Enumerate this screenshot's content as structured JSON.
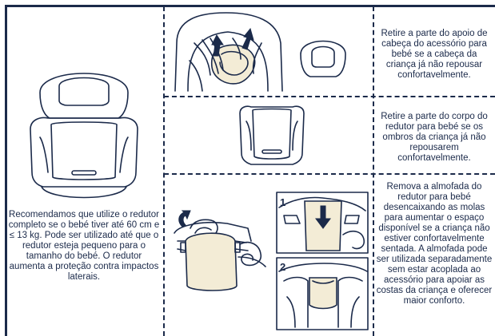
{
  "panels": {
    "left_text": "Recomendamos que utilize o redutor completo se o bebé tiver até 60 cm e ≤ 13 kg. Pode ser utilizado até que o redutor esteja pequeno para o tamanho do bebé. O redutor aumenta a proteção contra impactos laterais.",
    "step1_text": "Retire a parte do apoio de cabeça do acessório para bebé se a cabeça da criança já não repousar confortavelmente.",
    "step2_text": "Retire a parte do corpo do redutor para bebé se os ombros da criança já não repousarem confortavelmente.",
    "step3_text": "Remova a almofada do redutor para bebé desencaixando as molas para aumentar o espaço disponível se a criança não estiver confortavelmente sentada. A almofada pode ser utilizada separadamente sem estar acoplada ao acessório para apoiar as costas da criança e oferecer maior conforto."
  },
  "labels": {
    "inset_1": "1",
    "inset_2": "2"
  },
  "colors": {
    "ink": "#1b2a4a",
    "cushion": "#f3ecd6"
  },
  "icons": [
    "arrow-up-icon",
    "arrow-down-icon",
    "curved-arrow-icon"
  ]
}
